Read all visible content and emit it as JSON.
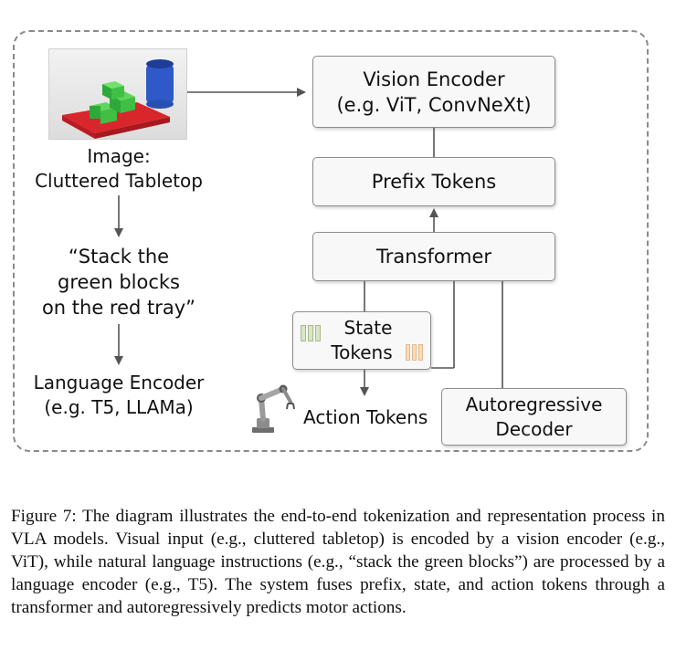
{
  "diagram": {
    "image_label": [
      "Image:",
      "Cluttered Tabletop"
    ],
    "instruction": [
      "“Stack the",
      "green blocks",
      "on the red tray”"
    ],
    "language_encoder": [
      "Language Encoder",
      "(e.g. T5, LLAMa)"
    ],
    "vision_encoder": [
      "Vision Encoder",
      "(e.g. ViT, ConvNeXt)"
    ],
    "prefix_tokens": "Prefix Tokens",
    "transformer": "Transformer",
    "state_tokens": [
      "State",
      "Tokens"
    ],
    "action_tokens": "Action Tokens",
    "autoregressive_decoder": [
      "Autoregressive",
      "Decoder"
    ]
  },
  "caption": "Figure 7: The diagram illustrates the end-to-end tokenization and representation process in VLA models. Visual input (e.g., cluttered tabletop) is encoded by a vision encoder (e.g., ViT), while natural language instructions (e.g., “stack the green blocks”) are processed by a language encoder (e.g., T5). The system fuses prefix, state, and action tokens through a transformer and autoregressively predicts motor actions."
}
